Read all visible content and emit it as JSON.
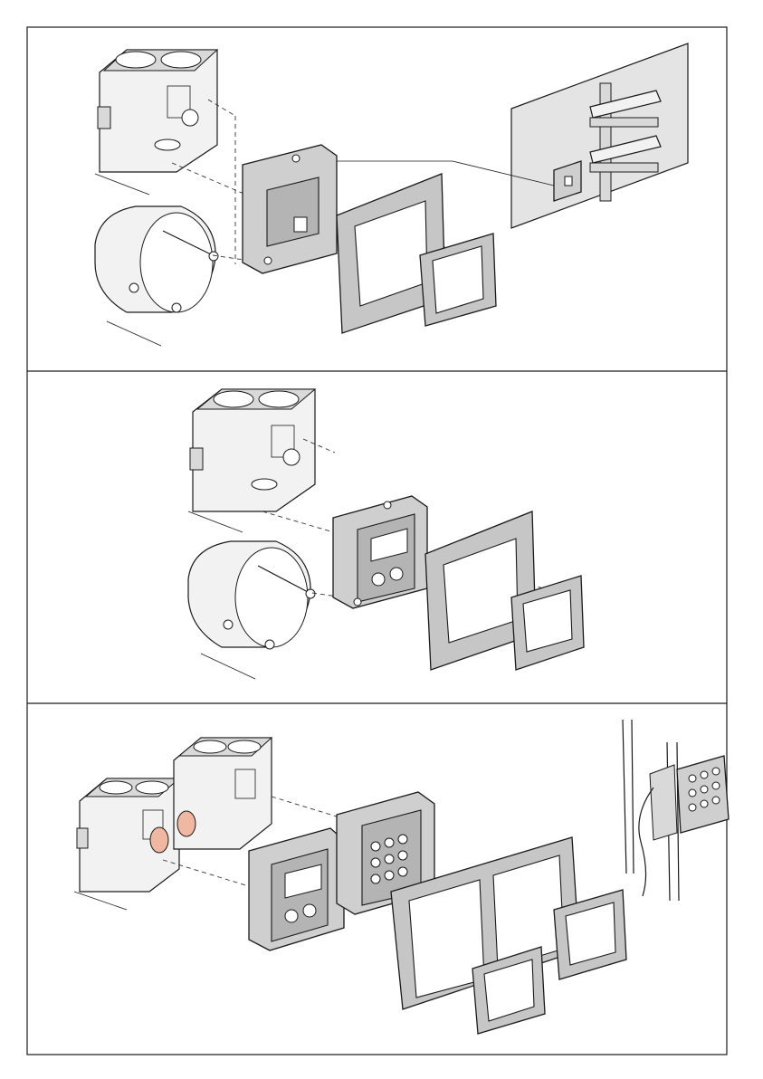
{
  "document": {
    "type": "installation-diagram",
    "panels": [
      {
        "name": "single-module-surface-mounting",
        "text": []
      },
      {
        "name": "display-module-mounting",
        "text": []
      },
      {
        "name": "double-module-mounting",
        "text": []
      }
    ]
  },
  "colors": {
    "border": "#1a1a1a",
    "module_grey": "#cfcfcf",
    "plate_grey": "#c6c6c6",
    "highlight": "#f0b8a0",
    "wall": "#e4e4e4"
  }
}
